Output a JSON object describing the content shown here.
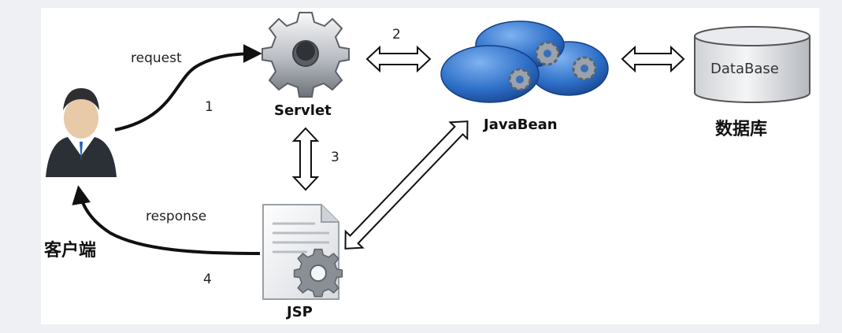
{
  "labels": {
    "request": "request",
    "response": "response",
    "step1": "1",
    "step2": "2",
    "step3": "3",
    "step4": "4"
  },
  "nodes": {
    "client": "客户端",
    "servlet": "Servlet",
    "javabean": "JavaBean",
    "jsp": "JSP",
    "database_text": "DataBase",
    "database_caption": "数据库"
  },
  "colors": {
    "bean_blue": "#2d6fc8",
    "gear_grey": "#8a8f96",
    "suit_dark": "#2b2f36"
  },
  "icons": [
    "user-icon",
    "servlet-gear-icon",
    "javabean-icon",
    "jsp-document-icon",
    "database-icon"
  ]
}
